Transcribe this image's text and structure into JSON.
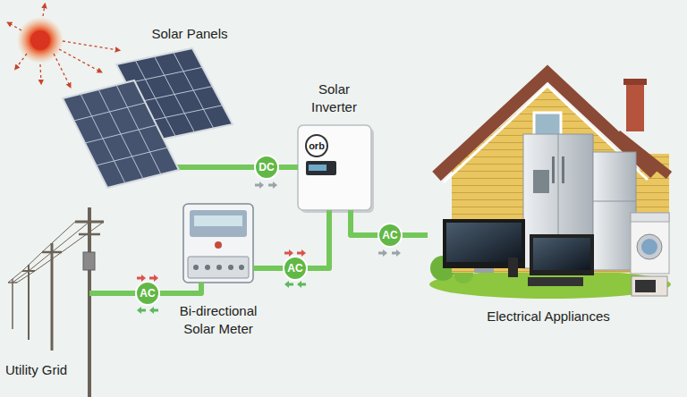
{
  "diagram": {
    "nodes": [
      {
        "text": [
          "Solar Panels"
        ]
      },
      {
        "text": [
          "Solar Inverter",
          "orb"
        ]
      },
      {
        "text": [
          "Utility Grid"
        ]
      },
      {
        "text": [
          "Bi-directional Solar Meter"
        ]
      },
      {
        "text": [
          "Electrical Appliances"
        ]
      }
    ],
    "edges": [
      {
        "from": 0,
        "to": 1,
        "arrow": "none",
        "label": "DC"
      },
      {
        "from": 1,
        "to": 4,
        "arrow": "none",
        "label": "AC"
      },
      {
        "from": 2,
        "to": 3,
        "arrow": "none",
        "label": "AC"
      },
      {
        "from": 3,
        "to": 1,
        "arrow": "none",
        "label": "AC"
      }
    ]
  }
}
